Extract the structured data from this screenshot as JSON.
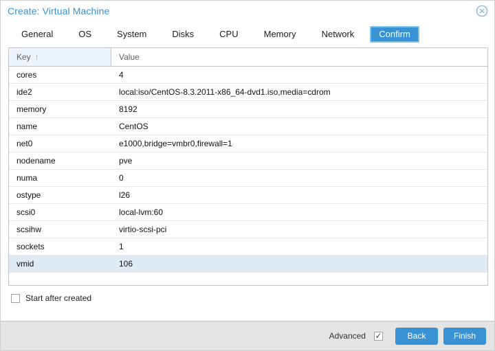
{
  "window": {
    "title": "Create: Virtual Machine",
    "close_icon": "close-circle-icon",
    "accent_color": "#3892d4",
    "title_color": "#3892d4",
    "selected_row_color": "#dfeaf5",
    "footer_color": "#e4e4e4"
  },
  "tabs": [
    {
      "label": "General",
      "active": false
    },
    {
      "label": "OS",
      "active": false
    },
    {
      "label": "System",
      "active": false
    },
    {
      "label": "Disks",
      "active": false
    },
    {
      "label": "CPU",
      "active": false
    },
    {
      "label": "Memory",
      "active": false
    },
    {
      "label": "Network",
      "active": false
    },
    {
      "label": "Confirm",
      "active": true
    }
  ],
  "table": {
    "columns": [
      {
        "label": "Key",
        "sort_indicator": "↑",
        "sorted": true
      },
      {
        "label": "Value",
        "sort_indicator": "",
        "sorted": false
      }
    ],
    "rows": [
      {
        "key": "cores",
        "value": "4",
        "selected": false
      },
      {
        "key": "ide2",
        "value": "local:iso/CentOS-8.3.2011-x86_64-dvd1.iso,media=cdrom",
        "selected": false
      },
      {
        "key": "memory",
        "value": "8192",
        "selected": false
      },
      {
        "key": "name",
        "value": "CentOS",
        "selected": false
      },
      {
        "key": "net0",
        "value": "e1000,bridge=vmbr0,firewall=1",
        "selected": false
      },
      {
        "key": "nodename",
        "value": "pve",
        "selected": false
      },
      {
        "key": "numa",
        "value": "0",
        "selected": false
      },
      {
        "key": "ostype",
        "value": "l26",
        "selected": false
      },
      {
        "key": "scsi0",
        "value": "local-lvm:60",
        "selected": false
      },
      {
        "key": "scsihw",
        "value": "virtio-scsi-pci",
        "selected": false
      },
      {
        "key": "sockets",
        "value": "1",
        "selected": false
      },
      {
        "key": "vmid",
        "value": "106",
        "selected": true
      }
    ]
  },
  "options": {
    "start_after_created": {
      "label": "Start after created",
      "checked": false
    },
    "advanced": {
      "label": "Advanced",
      "checked": true,
      "tick": "✓"
    }
  },
  "buttons": {
    "back": "Back",
    "finish": "Finish"
  }
}
